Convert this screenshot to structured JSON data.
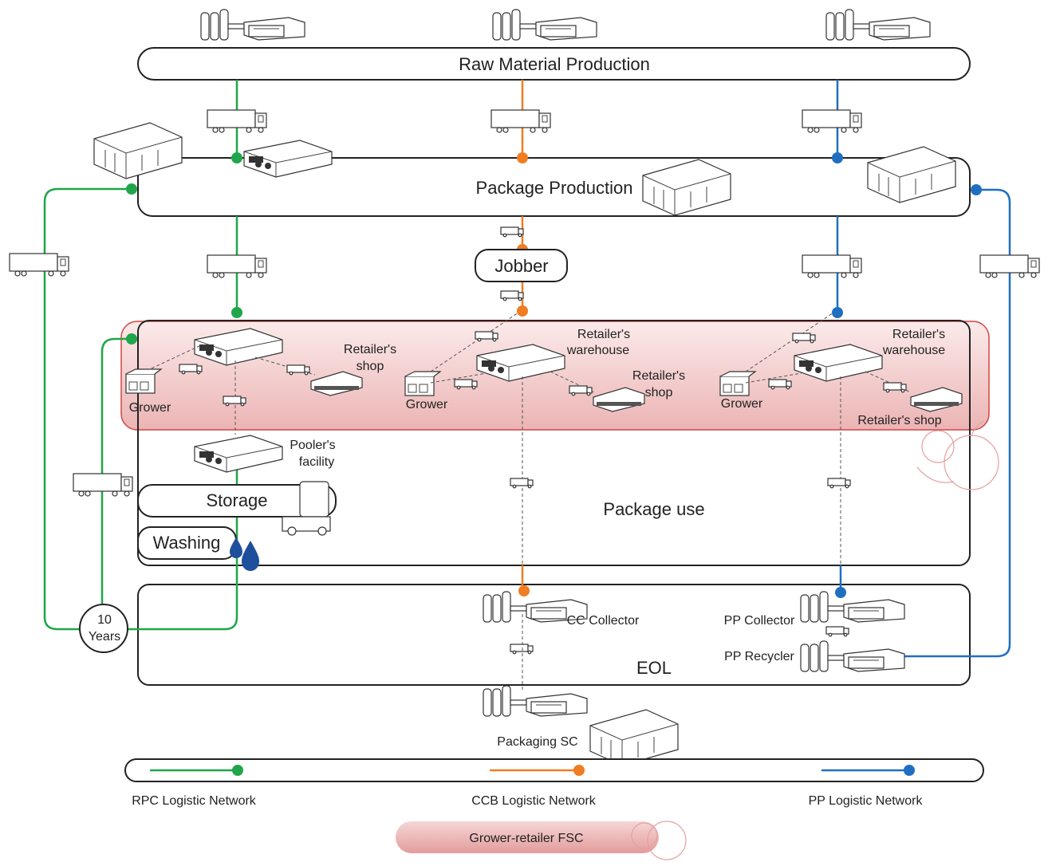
{
  "stages": {
    "raw_material": "Raw Material Production",
    "package_production": "Package Production",
    "jobber": "Jobber",
    "package_use": "Package use",
    "storage": "Storage",
    "washing": "Washing",
    "eol": "EOL"
  },
  "nodes": {
    "retailers_shop_1a": "Retailer's",
    "retailers_shop_1b": "shop",
    "grower_1": "Grower",
    "poolers_facility_a": "Pooler's",
    "poolers_facility_b": "facility",
    "retailers_warehouse_2a": "Retailer's",
    "retailers_warehouse_2b": "warehouse",
    "retailers_shop_2a": "Retailer's",
    "retailers_shop_2b": "shop",
    "grower_2": "Grower",
    "retailers_warehouse_3a": "Retailer's",
    "retailers_warehouse_3b": "warehouse",
    "grower_3": "Grower",
    "retailers_shop_3": "Retailer's shop",
    "cc_collector": "CC Collector",
    "pp_collector": "PP Collector",
    "pp_recycler": "PP Recycler",
    "years_num": "10",
    "years_word": "Years"
  },
  "legend": {
    "packaging_sc": "Packaging SC",
    "rpc": "RPC Logistic Network",
    "ccb": "CCB Logistic Network",
    "pp": "PP Logistic Network",
    "fsc": "Grower-retailer FSC"
  },
  "colors": {
    "rpc": "#1fa64a",
    "ccb": "#ef7d22",
    "pp": "#1f6fc1",
    "fsc": "#e8a5a5",
    "outline": "#222222"
  }
}
